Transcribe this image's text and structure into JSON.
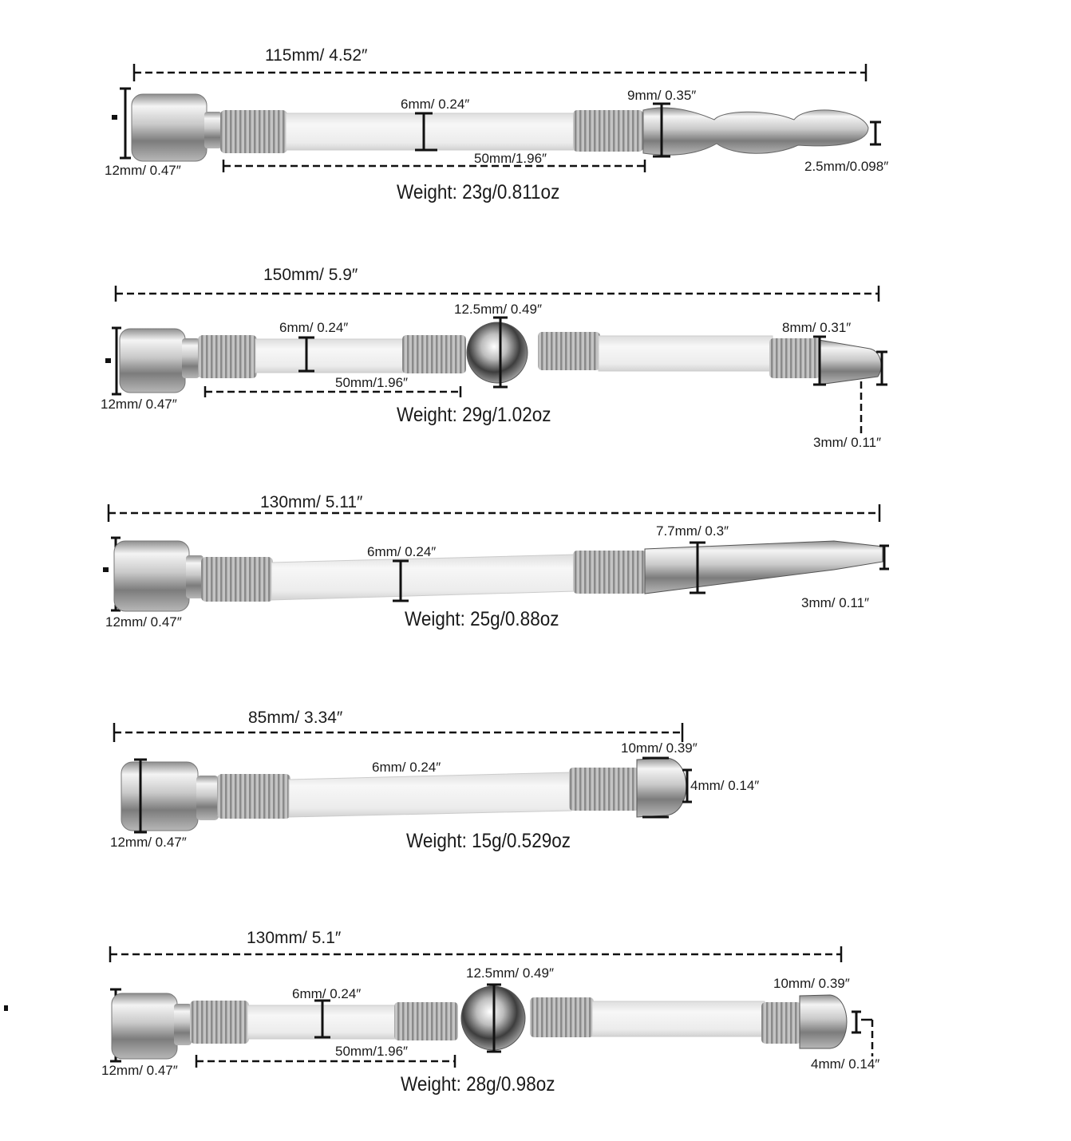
{
  "diagram": {
    "items": [
      {
        "length": "115mm/ 4.52″",
        "cap": "12mm/ 0.47″",
        "shaft": "6mm/ 0.24″",
        "span": "50mm/1.96″",
        "tip_width": "9mm/ 0.35″",
        "tip_end": "2.5mm/0.098″",
        "weight": "Weight:  23g/0.811oz"
      },
      {
        "length": "150mm/ 5.9″",
        "cap": "12mm/ 0.47″",
        "shaft": "6mm/ 0.24″",
        "span": "50mm/1.96″",
        "ball": "12.5mm/ 0.49″",
        "tip_width": "8mm/ 0.31″",
        "tip_end": "3mm/ 0.11″",
        "weight": "Weight:  29g/1.02oz"
      },
      {
        "length": "130mm/  5.11″",
        "cap": "12mm/  0.47″",
        "shaft": "6mm/ 0.24″",
        "tip_width": "7.7mm/  0.3″",
        "tip_end": "3mm/ 0.11″",
        "weight": "Weight:  25g/0.88oz"
      },
      {
        "length": "85mm/ 3.34″",
        "cap": "12mm/  0.47″",
        "shaft": "6mm/ 0.24″",
        "tip_width": "10mm/ 0.39″",
        "tip_end": "4mm/ 0.14″",
        "weight": "Weight:  15g/0.529oz"
      },
      {
        "length": "130mm/ 5.1″",
        "cap": "12mm/  0.47″",
        "shaft": "6mm/ 0.24″",
        "span": "50mm/1.96″",
        "ball": "12.5mm/ 0.49″",
        "tip_width": "10mm/ 0.39″",
        "tip_end": "4mm/ 0.14″",
        "weight": "Weight:  28g/0.98oz"
      }
    ]
  }
}
